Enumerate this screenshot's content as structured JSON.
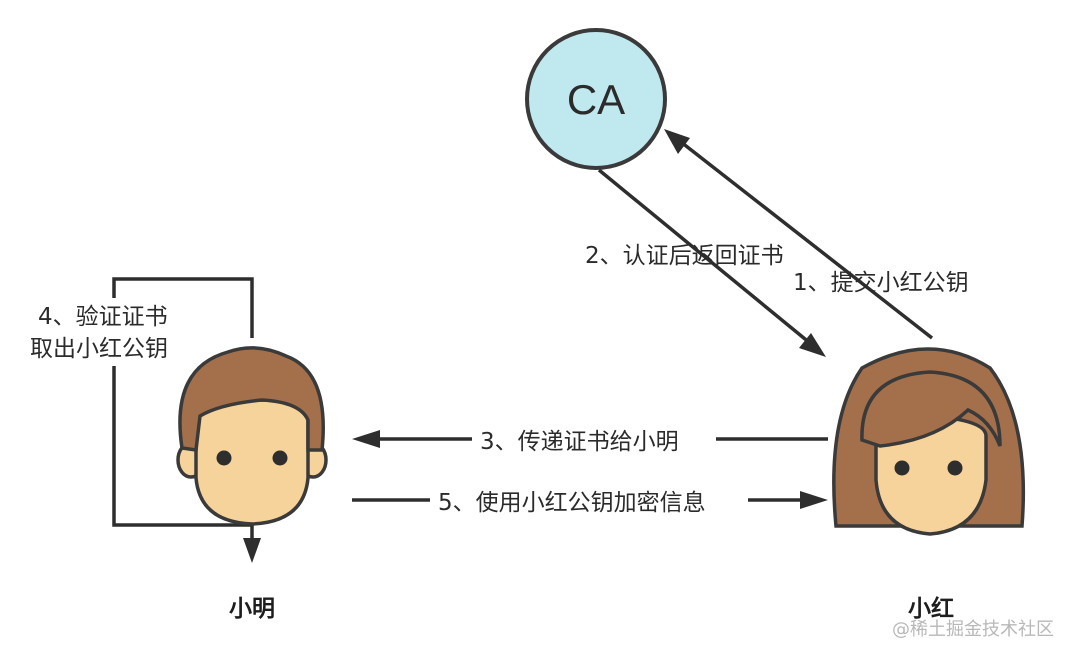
{
  "nodes": {
    "ca": {
      "label": "CA"
    },
    "xiaoming": {
      "label": "小明"
    },
    "xiaohong": {
      "label": "小红"
    }
  },
  "steps": {
    "step1": "1、提交小红公钥",
    "step2": "2、认证后返回证书",
    "step3": "3、传递证书给小明",
    "step4_line1": "4、验证证书",
    "step4_line2": "取出小红公钥",
    "step5": "5、使用小红公钥加密信息"
  },
  "watermark": "@稀土掘金技术社区",
  "colors": {
    "ca_fill": "#bfe8ef",
    "outline": "#3a3a3a",
    "skin": "#f6d39a",
    "hair": "#a3704b",
    "arrow": "#2e2e2e"
  }
}
